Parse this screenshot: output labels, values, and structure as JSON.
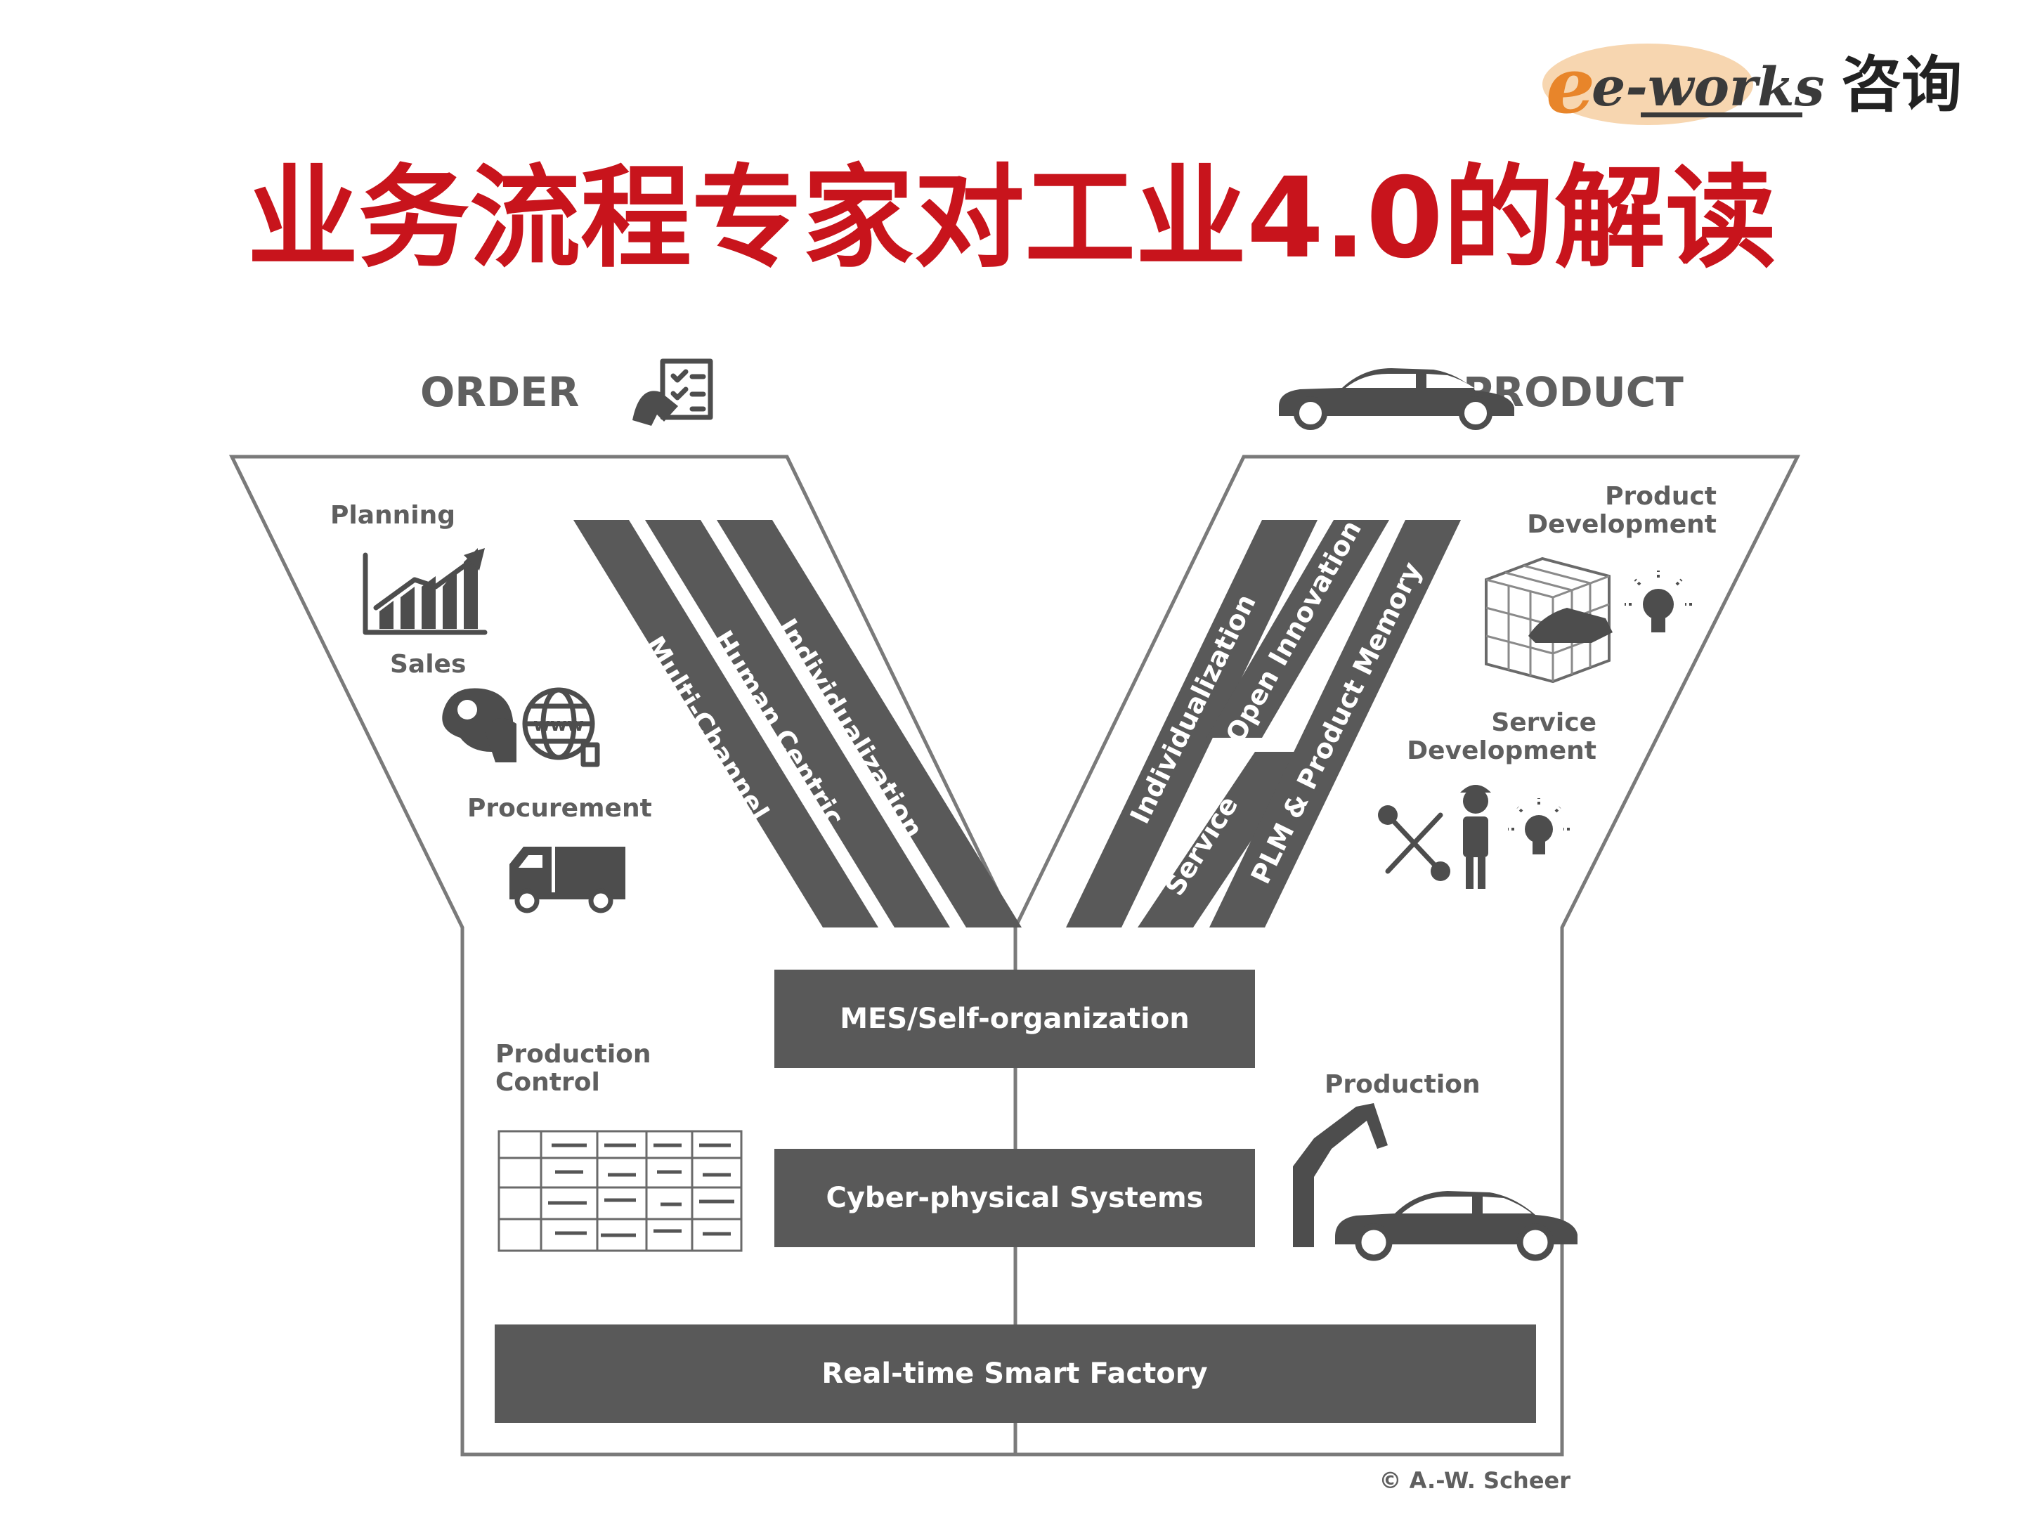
{
  "logo": {
    "brand": "e-works",
    "suffix": "咨询"
  },
  "title": "业务流程专家对工业4.0的解读",
  "sides": {
    "order": "ORDER",
    "product": "PRODUCT"
  },
  "left_labels": {
    "planning": "Planning",
    "sales": "Sales",
    "procurement": "Procurement",
    "production_control_1": "Production",
    "production_control_2": "Control"
  },
  "right_labels": {
    "product_dev_1": "Product",
    "product_dev_2": "Development",
    "service_dev_1": "Service",
    "service_dev_2": "Development",
    "production": "Production"
  },
  "left_stripes": [
    "Multi-Channel",
    "Human Centric",
    "Individualization"
  ],
  "right_stripes": {
    "individualization": "Individualization",
    "service": "Service",
    "open_innovation": "Open Innovation",
    "plm": "PLM & Product Memory"
  },
  "bars": {
    "mes": "MES/Self-organization",
    "cps": "Cyber-physical Systems",
    "factory": "Real-time Smart Factory"
  },
  "copyright": "© A.-W. Scheer",
  "icons": [
    "checklist-icon",
    "car-icon",
    "growth-chart-icon",
    "sales-web-icon",
    "truck-icon",
    "schedule-table-icon",
    "cube-grid-icon",
    "lightbulb-icon",
    "tools-icon",
    "worker-icon",
    "robot-arm-icon"
  ],
  "colors": {
    "title_red": "#c8141c",
    "dark_gray": "#595959",
    "label_gray": "#5f5f5f",
    "logo_orange": "#e8852a"
  }
}
